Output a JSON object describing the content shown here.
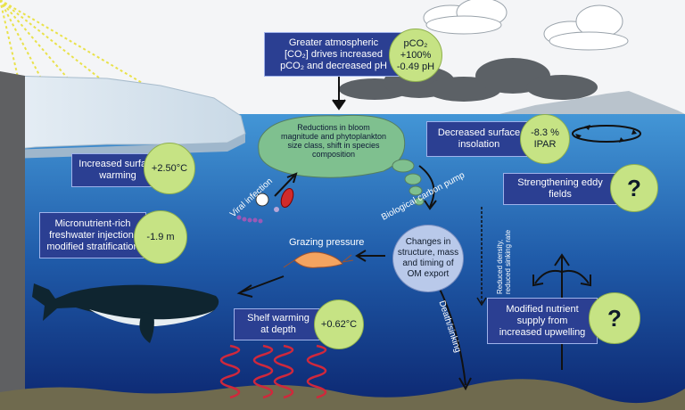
{
  "atmospheric_co2": {
    "text": "Greater atmospheric [CO₂] drives increased pCO₂ and decreased pH",
    "line1": "Greater atmospheric",
    "line2": "[CO₂] drives increased",
    "line3": "pCO₂ and decreased pH",
    "value_line1": "pCO₂",
    "value_line2": "+100%",
    "value_line3": "-0.49 pH"
  },
  "bloom": {
    "text": "Reductions in bloom magnitude and phytoplankton size class, shift in species composition",
    "line1": "Reductions in bloom",
    "line2": "magnitude and phytoplankton",
    "line3": "size class, shift in species",
    "line4": "composition"
  },
  "insolation": {
    "text": "Decreased surface insolation",
    "line1": "Decreased surface",
    "line2": "insolation",
    "value_line1": "-8.3 %",
    "value_line2": "IPAR"
  },
  "surface_warming": {
    "text": "Increased surface warming",
    "line1": "Increased surface",
    "line2": "warming",
    "value": "+2.50°C"
  },
  "eddy": {
    "text": "Strengthening eddy fields",
    "line1": "Strengthening eddy",
    "line2": "fields",
    "value": "?"
  },
  "freshwater": {
    "text": "Micronutrient-rich freshwater injection, modified stratification",
    "line1": "Micronutrient-rich",
    "line2": "freshwater injection,",
    "line3": "modified stratification",
    "value": "-1.9 m"
  },
  "carbon_pump": {
    "label": "Biological carbon pump",
    "text": "Changes in structure, mass and timing of OM export",
    "line1": "Changes in",
    "line2": "structure, mass",
    "line3": "and timing of",
    "line4": "OM export"
  },
  "viral_infection": "Viral infection",
  "grazing_pressure": "Grazing pressure",
  "death_sinking": "Death/sinking",
  "reduced_density": {
    "line1": "Reduced density,",
    "line2": "reduced sinking rate"
  },
  "shelf_warming": {
    "text": "Shelf warming at depth",
    "line1": "Shelf warming",
    "line2": "at depth",
    "value": "+0.62°C"
  },
  "upwelling": {
    "text": "Modified nutrient supply from increased upwelling",
    "line1": "Modified nutrient",
    "line2": "supply from",
    "line3": "increased upwelling",
    "value": "?"
  },
  "colors": {
    "sky": "#f4f5f7",
    "ocean_top": "#3f8fd0",
    "ocean_bottom": "#0e2a76",
    "box": "#2b3f92",
    "circle": "#c6e384",
    "bloom": "#7fc08f",
    "seafloor": "#6f6a4e"
  }
}
